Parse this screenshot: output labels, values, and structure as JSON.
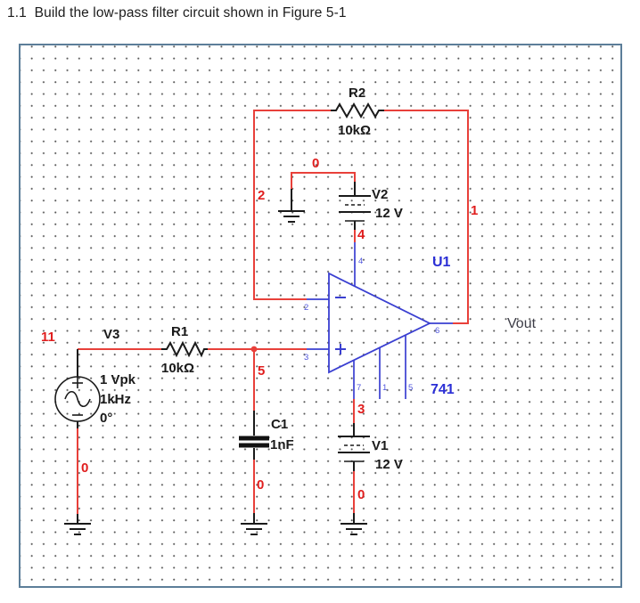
{
  "page": {
    "title": "1.1  Build the low-pass filter circuit shown in Figure 5-1"
  },
  "colors": {
    "wire_red": "#e8403a",
    "net_label_red": "#e01e1e",
    "opamp_blue": "#3a3fd1",
    "blue_label": "#2b2fd6",
    "component_text": "#1a1a1a",
    "frame_border": "#5c7e99",
    "vout_text": "#3d3d47"
  },
  "figure": {
    "components": {
      "V3": {
        "ref": "V3",
        "amplitude": "1 Vpk",
        "frequency": "1kHz",
        "phase": "0°"
      },
      "R1": {
        "ref": "R1",
        "value": "10kΩ"
      },
      "R2": {
        "ref": "R2",
        "value": "10kΩ"
      },
      "C1": {
        "ref": "C1",
        "value": "1nF"
      },
      "V1": {
        "ref": "V1",
        "value": "12 V"
      },
      "V2": {
        "ref": "V2",
        "value": "12 V"
      },
      "U1": {
        "ref": "U1",
        "part": "741",
        "minus_sign": "−",
        "plus_sign": "+",
        "pins": {
          "p2": "2",
          "p3": "3",
          "p4": "4",
          "p6": "6",
          "p7": "7",
          "p1": "1",
          "p5": "5"
        }
      }
    },
    "nets": {
      "input": "11",
      "fb": "2",
      "gnd_v2": "0",
      "vcc": "4",
      "out": "1",
      "mid": "5",
      "vee": "3",
      "gnd_v3": "0",
      "gnd_c1": "0",
      "gnd_v1": "0"
    },
    "annotations": {
      "vout": "Vout"
    }
  }
}
